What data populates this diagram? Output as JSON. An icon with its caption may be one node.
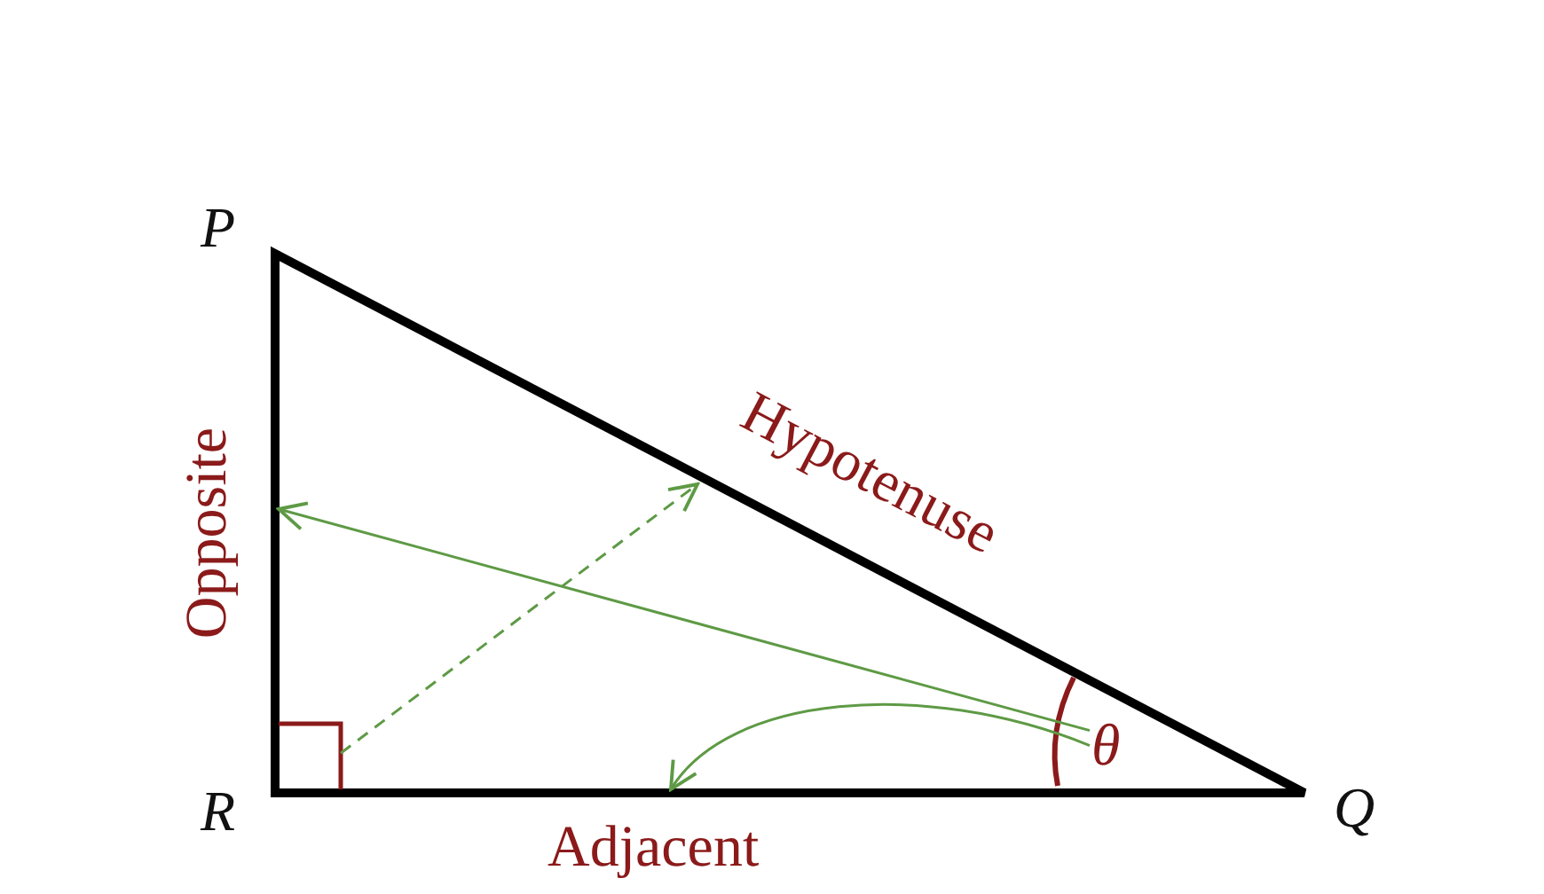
{
  "diagram": {
    "nodes": [
      {
        "text": [
          "θ"
        ]
      },
      {
        "text": [],
        "shape": "box"
      }
    ],
    "edges": [
      {
        "from": 0,
        "to": null,
        "arrow": "to"
      },
      {
        "from": 0,
        "to": null,
        "arrow": "to"
      },
      {
        "from": 1,
        "to": null,
        "arrow": "to",
        "style": "dashed"
      }
    ],
    "labels": [
      "P",
      "Opposite",
      "Hypotenuse",
      "R",
      "Adjacent",
      "Q"
    ]
  }
}
